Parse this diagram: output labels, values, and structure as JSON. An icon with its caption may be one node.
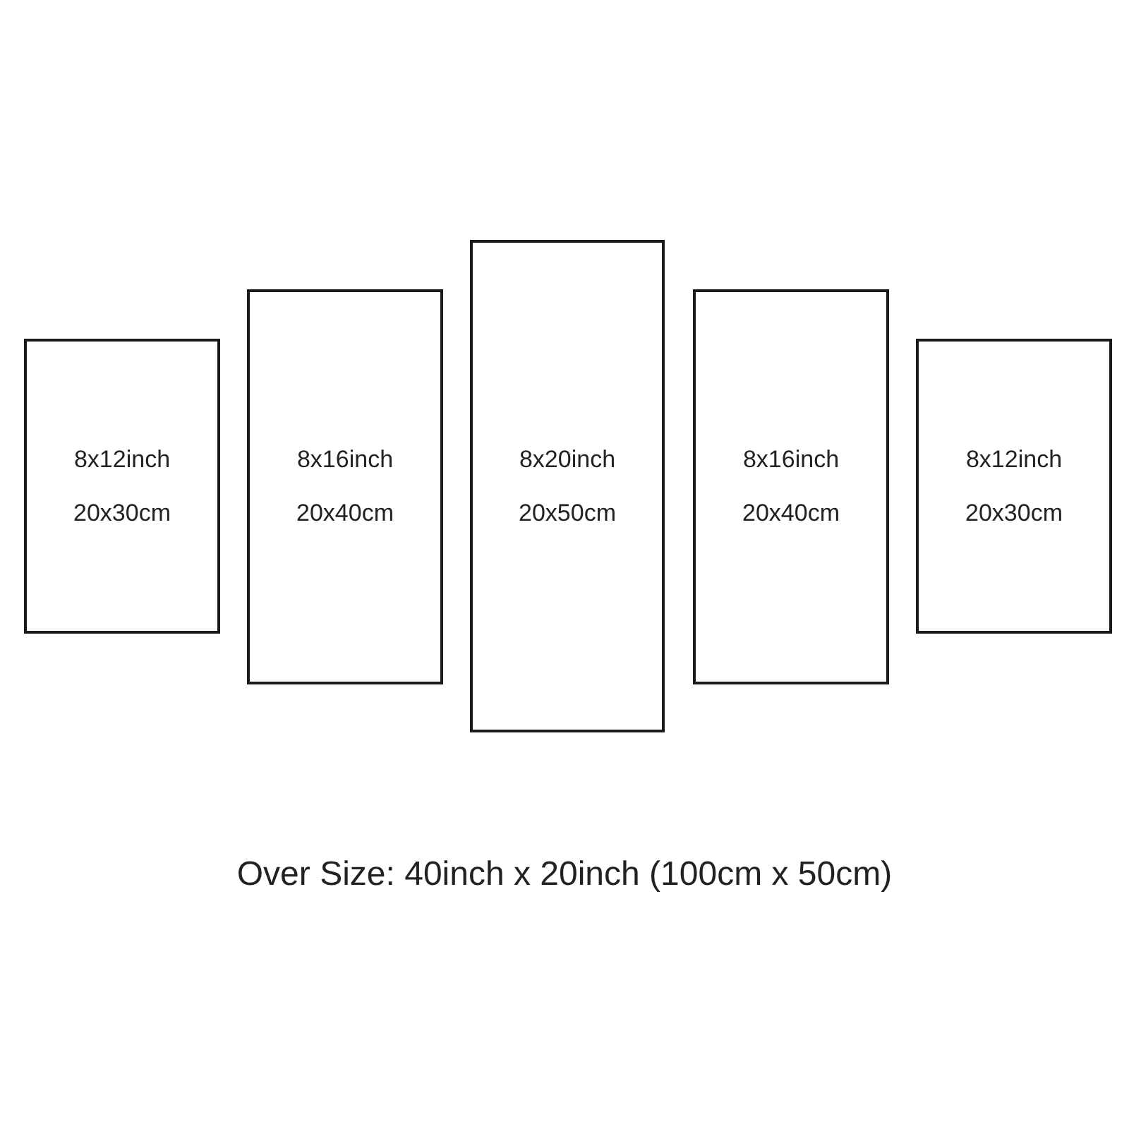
{
  "diagram": {
    "nodes": [
      {
        "text": [
          "8x12inch",
          "20x30cm"
        ]
      },
      {
        "text": [
          "8x16inch",
          "20x40cm"
        ]
      },
      {
        "text": [
          "8x20inch",
          "20x50cm"
        ]
      },
      {
        "text": [
          "8x16inch",
          "20x40cm"
        ]
      },
      {
        "text": [
          "8x12inch",
          "20x30cm"
        ]
      }
    ],
    "labels": [
      "Over Size: 40inch x 20inch (100cm x 50cm)"
    ]
  }
}
